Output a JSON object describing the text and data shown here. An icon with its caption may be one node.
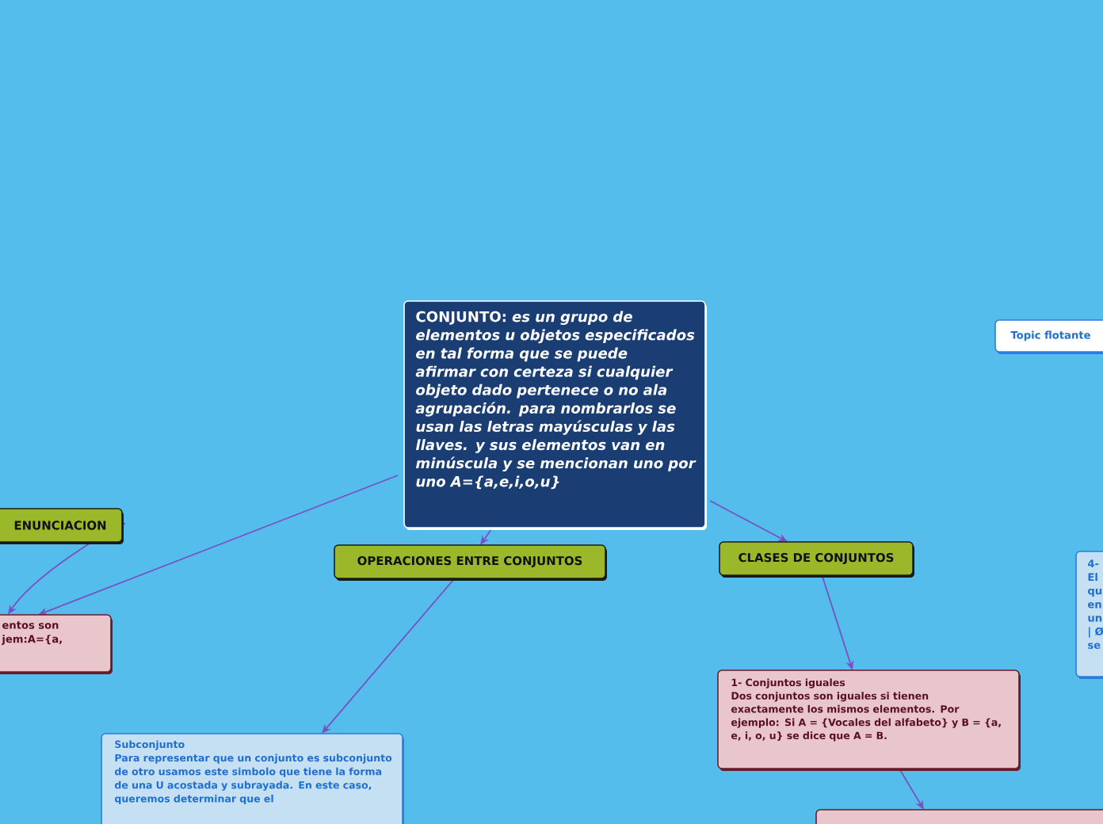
{
  "diagram": {
    "nodes": [
      {
        "text": [
          "CONJUNTO: *es un grupo de elementos u objetos especificados en tal forma que se puede afirmar con certeza si cualquier objeto dado pertenece o no ala agrupación. para nombrarlos se usan las letras mayúsculas y las llaves. y sus elementos van  en minúscula y se mencionan uno por uno A={a,e,i,o,u}*"
        ]
      },
      {
        "text": [
          "ENUNCIACION"
        ]
      },
      {
        "text": [
          "entos son jem:A={a,"
        ]
      },
      {
        "text": [
          "OPERACIONES ENTRE CONJUNTOS"
        ]
      },
      {
        "text": [
          "Subconjunto",
          "Para representar que un conjunto es subconjunto de otro usamos este simbolo que tiene la forma de una U acostada y subrayada. En este caso, queremos determinar que el"
        ]
      },
      {
        "text": [
          "CLASES DE CONJUNTOS"
        ]
      },
      {
        "text": [
          "1- Conjuntos iguales",
          "Dos conjuntos son iguales si tienen exactamente los mismos elementos. Por ejemplo: Si A = {Vocales del alfabeto} y B = {a, e, i, o, u} se dice que A = B."
        ]
      },
      {
        "text": [],
        "shape": "box"
      },
      {
        "text": [
          "Topic flotante"
        ]
      },
      {
        "text": [
          "4- El qu en un | Ø se"
        ]
      }
    ],
    "edges": [
      {
        "from": 0,
        "to": 2,
        "arrow": "to"
      },
      {
        "from": 1,
        "to": 2,
        "arrow": "to"
      },
      {
        "from": 0,
        "to": 3,
        "arrow": "to"
      },
      {
        "from": 3,
        "to": 4,
        "arrow": "to"
      },
      {
        "from": 0,
        "to": 5,
        "arrow": "to"
      },
      {
        "from": 5,
        "to": 6,
        "arrow": "to"
      },
      {
        "from": 6,
        "to": 7,
        "arrow": "to"
      }
    ]
  }
}
